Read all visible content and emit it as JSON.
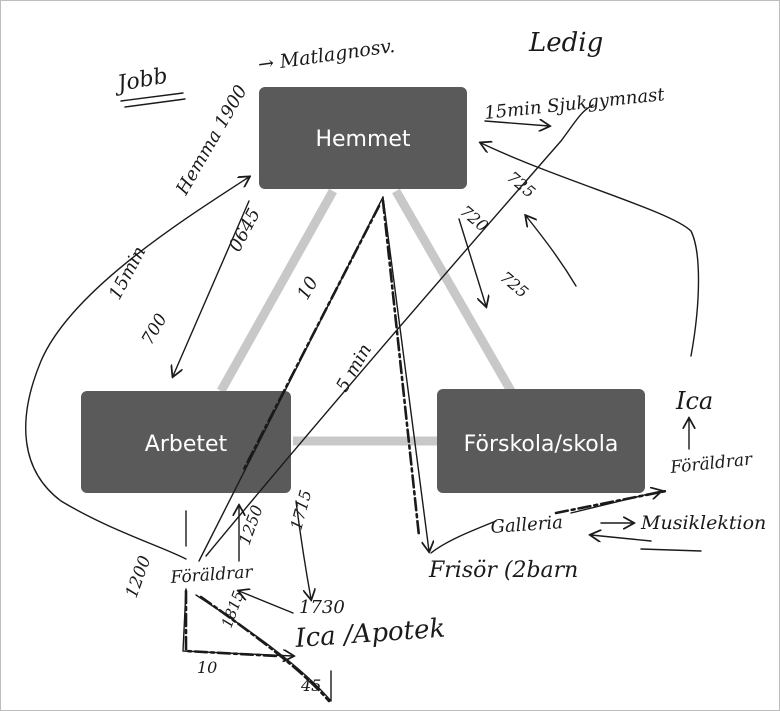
{
  "nodes": {
    "home": "Hemmet",
    "work": "Arbetet",
    "school": "Förskola/skola"
  },
  "notes": {
    "jobb": "Jobb",
    "ledig": "Ledig",
    "matlagning": "→ Matlagnosv.",
    "hemma": "Hemma 1900",
    "sjukgymnast": "15min Sjukgymnast",
    "t0645": "0645",
    "t15min": "15min",
    "t10": "10",
    "t5min": "5 min",
    "t700": "700",
    "t720": "720",
    "t725a": "725",
    "t725b": "725",
    "ica_right": "Ica",
    "foraldrar_right": "Föräldrar",
    "galleria": "Galleria",
    "musiklektion": "Musiklektion",
    "frisor": "Frisör (2barn",
    "t1200": "1200",
    "foraldrar_left": "Föräldrar",
    "t1250": "1250",
    "t1715": "1715",
    "t1730": "1730",
    "t1815": "1815",
    "ica_apotek": "Ica /Apotek",
    "t10b": "10",
    "t45": "45"
  },
  "colors": {
    "box": "#5a5a5a",
    "connector": "#c8c8c8",
    "ink": "#1a1a1a"
  }
}
